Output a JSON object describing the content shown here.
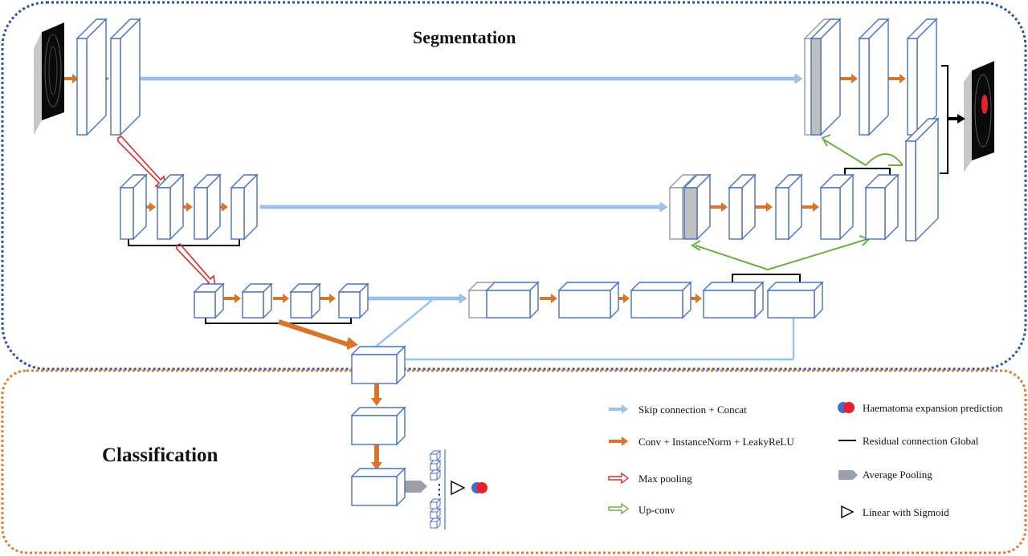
{
  "sections": {
    "segmentation": "Segmentation",
    "classification": "Classification"
  },
  "legend": {
    "skip_connection": "Skip connection + Concat",
    "conv": "Conv + InstanceNorm + LeakyReLU",
    "max_pooling": "Max pooling",
    "up_conv": "Up-conv",
    "prediction": "Haematoma expansion prediction",
    "residual": "Residual connection Global",
    "avg_pooling": "Average Pooling",
    "linear_sigmoid": "Linear with Sigmoid"
  },
  "colors": {
    "segmentation_border": "#2e4f9a",
    "classification_border": "#e07b2c",
    "block_stroke": "#4a72c4",
    "skip_arrow": "#9dc3e6",
    "conv_arrow": "#d9742b",
    "maxpool_arrow": "#d92b2b",
    "upconv_arrow": "#70ad47",
    "residual_line": "#000000",
    "avg_pool": "#9aa0a6",
    "prediction_blue": "#3a6fd8",
    "prediction_red": "#e8202a"
  },
  "ellipsis": "⋮"
}
